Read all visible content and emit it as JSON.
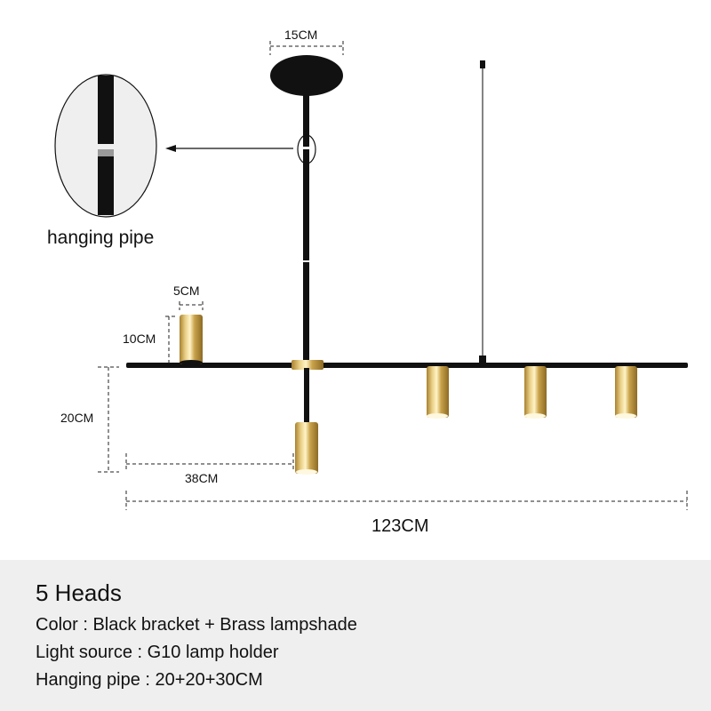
{
  "diagram": {
    "zoom_label": "hanging pipe",
    "dimensions": {
      "canopy_width": "15CM",
      "shade_diameter": "5CM",
      "shade_height": "10CM",
      "drop_height": "20CM",
      "offset_length": "38CM",
      "total_length": "123CM"
    },
    "colors": {
      "bracket": "#111111",
      "brass": "#c9a24a",
      "brass_light": "#f0dc9a",
      "dim_line": "#222222"
    },
    "heads_count": 5
  },
  "specs": {
    "title": "5 Heads",
    "lines": [
      "Color : Black bracket + Brass lampshade",
      "Light source : G10 lamp holder",
      "Hanging pipe : 20+20+30CM"
    ]
  }
}
